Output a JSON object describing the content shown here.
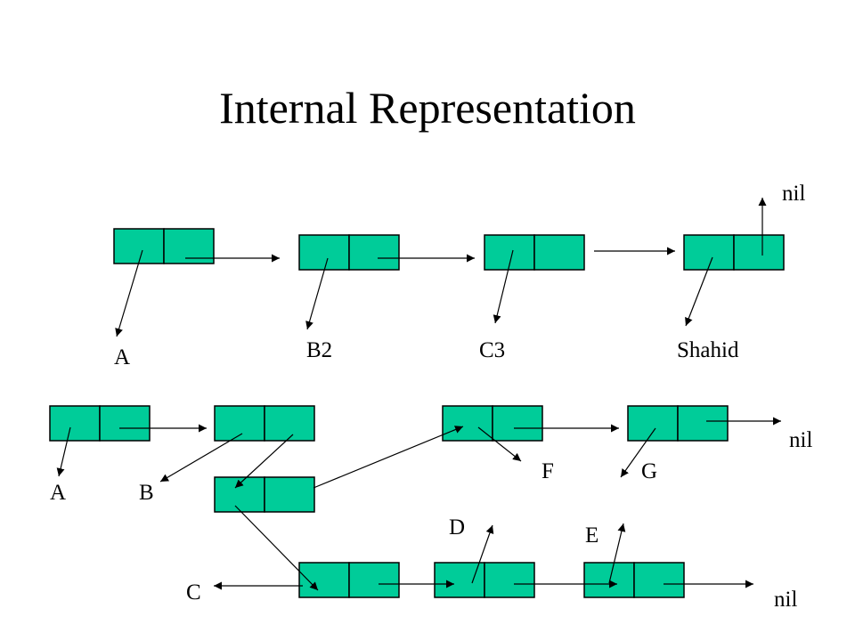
{
  "slide": {
    "title": "Internal Representation"
  },
  "colors": {
    "cell_fill": "#00cc99",
    "stroke": "#000000",
    "background": "#ffffff"
  },
  "diagram1": {
    "nil_label": "nil",
    "atoms": [
      "A",
      "B2",
      "C3",
      "Shahid"
    ]
  },
  "diagram2": {
    "nil_label_top": "nil",
    "nil_label_bottom": "nil",
    "atoms": {
      "a": "A",
      "b": "B",
      "c": "C",
      "d": "D",
      "e": "E",
      "f": "F",
      "g": "G"
    }
  }
}
